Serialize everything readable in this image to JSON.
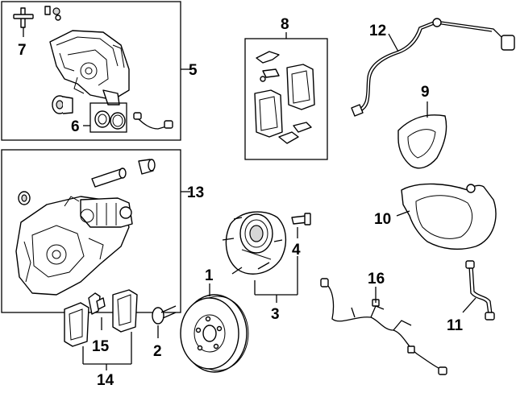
{
  "callouts": [
    "1",
    "2",
    "3",
    "4",
    "5",
    "6",
    "7",
    "8",
    "9",
    "10",
    "11",
    "12",
    "13",
    "14",
    "15",
    "16"
  ]
}
